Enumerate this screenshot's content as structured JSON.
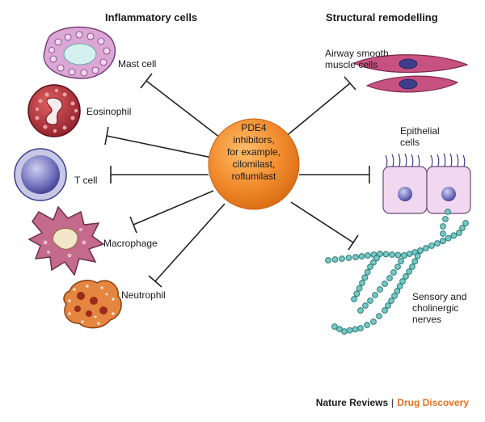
{
  "headings": {
    "left": "Inflammatory cells",
    "right": "Structural remodelling"
  },
  "center": {
    "lines": [
      "PDE4",
      "inhibitors,",
      "for example,",
      "cilomilast,",
      "roflumilast"
    ]
  },
  "left_cells": [
    "Mast cell",
    "Eosinophil",
    "T cell",
    "Macrophage",
    "Neutrophil"
  ],
  "right_targets": {
    "airway": [
      "Airway smooth",
      "muscle cells"
    ],
    "epithelial": [
      "Epithelial",
      "cells"
    ],
    "nerves": [
      "Sensory and",
      "cholinergic",
      "nerves"
    ]
  },
  "credit": {
    "journal": "Nature Reviews",
    "separator": "|",
    "section": "Drug Discovery"
  },
  "colors": {
    "center_fill": "#f08a2c",
    "inhibition_line": "#222222",
    "mast_cell": "#d9a3d4",
    "eosinophil": "#b0303a",
    "t_cell": "#5a5aa8",
    "macrophage": "#c06a8a",
    "neutrophil": "#e07a33",
    "smooth_muscle": "#c8527f",
    "epithelial": "#f1d8f0",
    "nerve": "#66c3c0",
    "brand_accent": "#e2731f"
  }
}
